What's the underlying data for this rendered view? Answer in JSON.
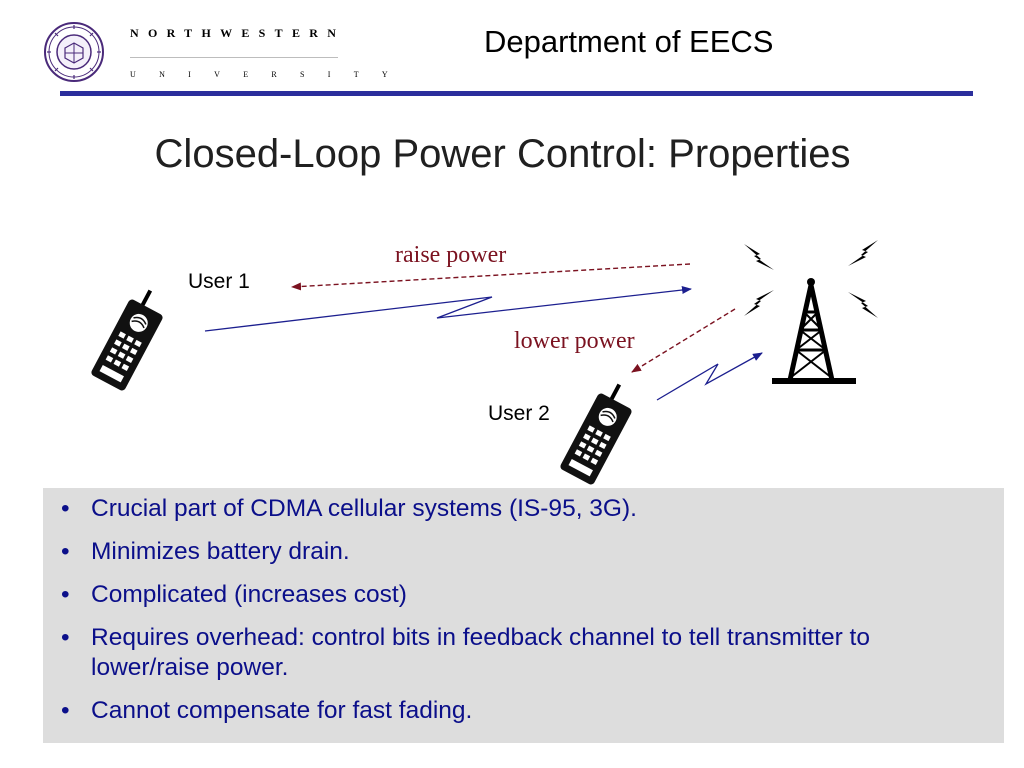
{
  "header": {
    "university_name": "NORTHWESTERN",
    "university_sub": "UNIVERSITY",
    "department": "Department of EECS",
    "accent_color": "#2b2e9c"
  },
  "slide": {
    "title": "Closed-Loop Power Control: Properties"
  },
  "diagram": {
    "labels": {
      "raise_power": "raise power",
      "lower_power": "lower power",
      "user1": "User 1",
      "user2": "User 2"
    },
    "colors": {
      "feedback": "#7b1220",
      "uplink": "#1c1f8f"
    },
    "icons": [
      "cell-phone-icon",
      "cell-tower-icon",
      "lightning-bolt-icon"
    ]
  },
  "bullets": [
    "Crucial part of CDMA cellular systems (IS-95, 3G).",
    "Minimizes battery drain.",
    "Complicated (increases cost)",
    "Requires overhead: control bits in feedback channel to tell transmitter to lower/raise power.",
    "Cannot compensate for fast fading."
  ],
  "bullet_marker": "•"
}
